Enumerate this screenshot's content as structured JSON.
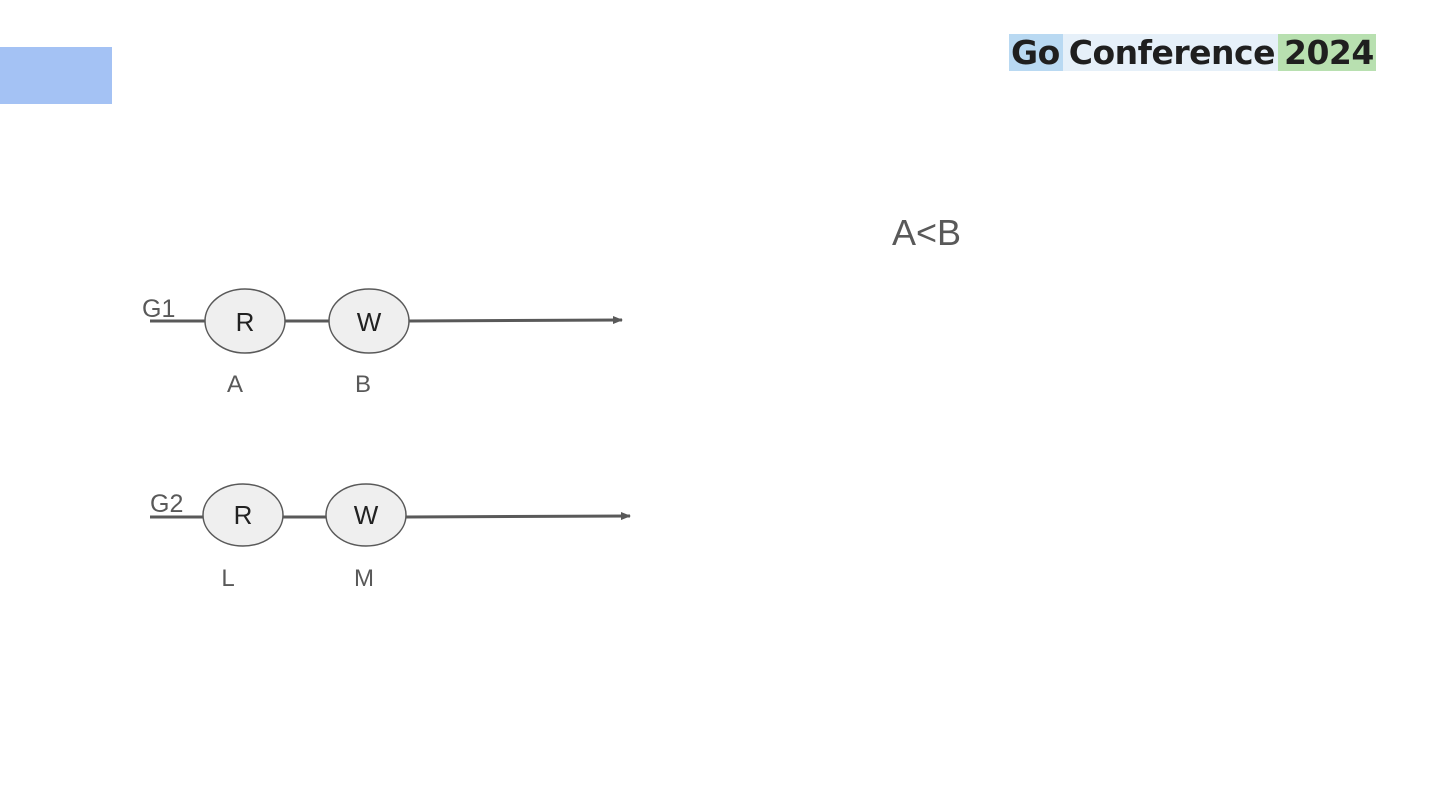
{
  "logo": {
    "word1": "Go",
    "word2": "Conference",
    "word3": "2024"
  },
  "relation": "A<B",
  "timelines": [
    {
      "label": "G1",
      "nodes": [
        {
          "op": "R",
          "event": "A"
        },
        {
          "op": "W",
          "event": "B"
        }
      ]
    },
    {
      "label": "G2",
      "nodes": [
        {
          "op": "R",
          "event": "L"
        },
        {
          "op": "W",
          "event": "M"
        }
      ]
    }
  ],
  "colors": {
    "corner_block": "#a4c2f4",
    "node_fill": "#efefef",
    "stroke": "#595959"
  }
}
